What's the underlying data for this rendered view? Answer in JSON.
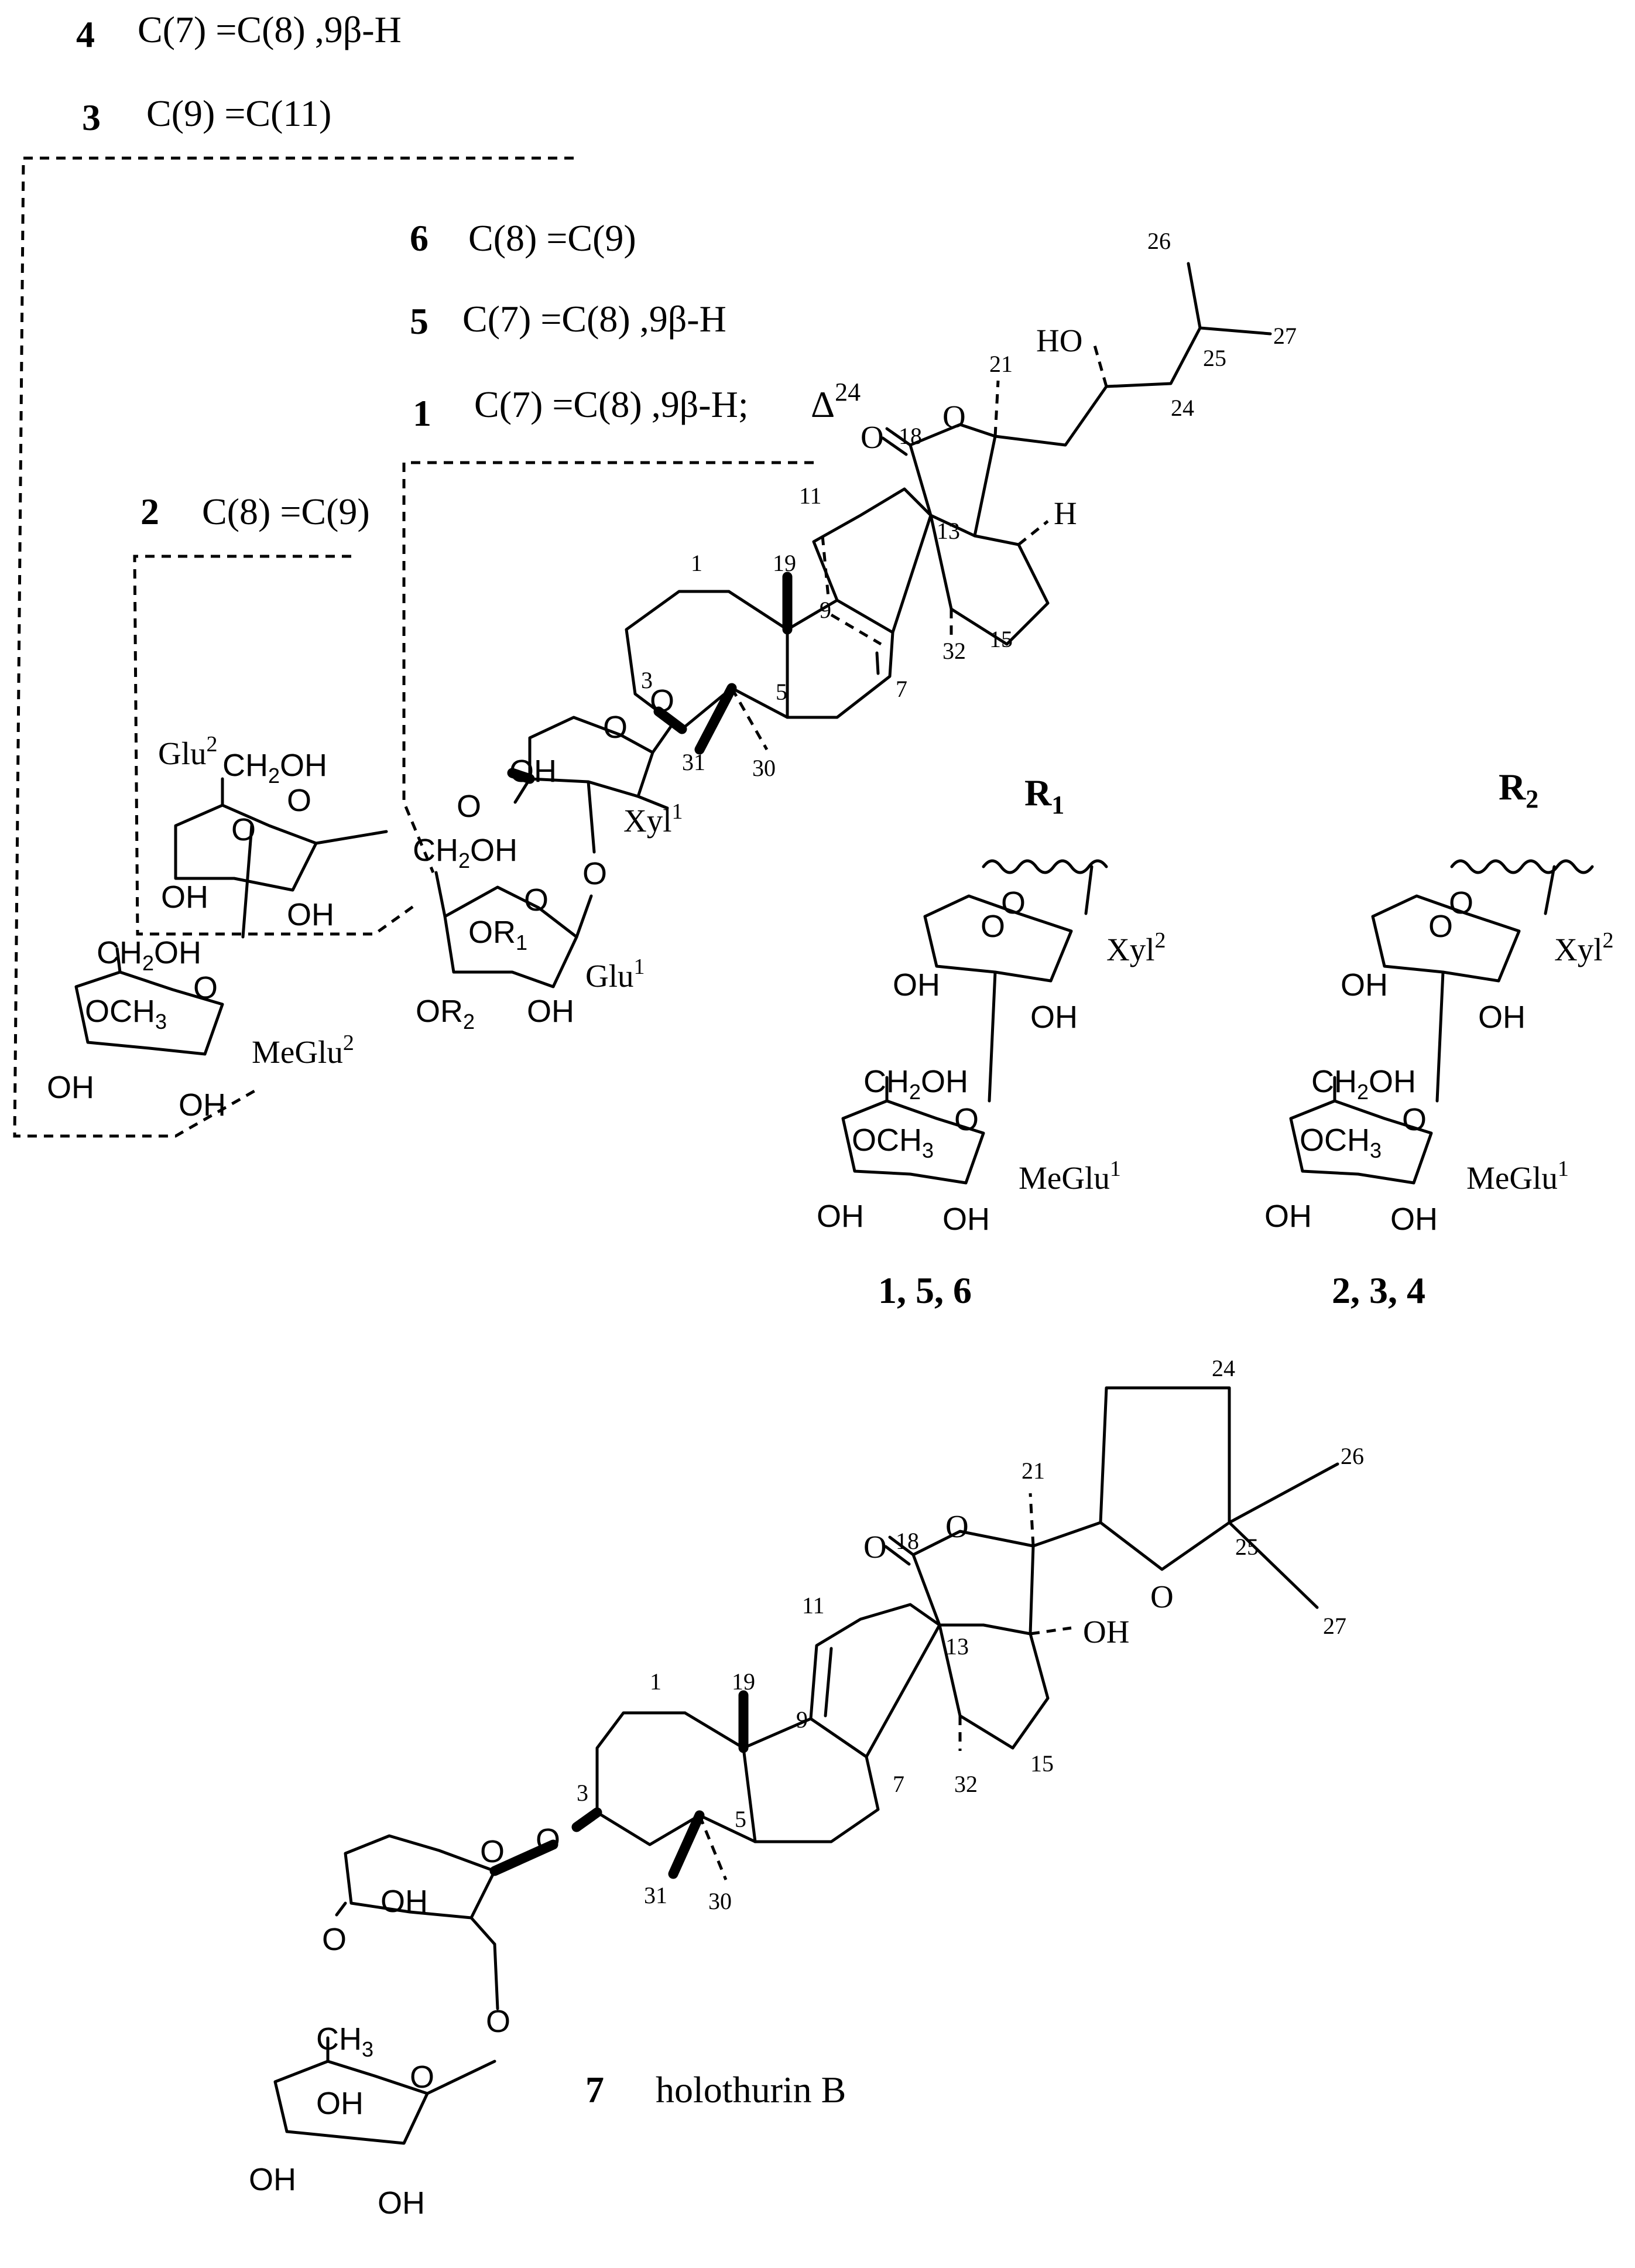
{
  "notes": [
    {
      "num": "4",
      "text": "C(7) =C(8) ,9β-H"
    },
    {
      "num": "3",
      "text": "C(9) =C(11)"
    },
    {
      "num": "6",
      "text": "C(8) =C(9)"
    },
    {
      "num": "5",
      "text": "C(7) =C(8) ,9β-H"
    },
    {
      "num": "1",
      "text": "C(7) =C(8) ,9β-H;"
    },
    {
      "num": "2",
      "text": "C(8) =C(9)"
    }
  ],
  "delta": {
    "symbol": "Δ",
    "sup": "24"
  },
  "r1": {
    "label": "R",
    "sub": "1",
    "compounds": "1, 5, 6"
  },
  "r2": {
    "label": "R",
    "sub": "2",
    "compounds": "2, 3, 4"
  },
  "compound7": {
    "num": "7",
    "name": "holothurin B"
  },
  "sugars": {
    "glu2": "Glu",
    "glu2_sup": "2",
    "xyl1": "Xyl",
    "xyl1_sup": "1",
    "glu1": "Glu",
    "glu1_sup": "1",
    "meglu2": "MeGlu",
    "meglu2_sup": "2",
    "xyl2": "Xyl",
    "xyl2_sup": "2",
    "meglu1": "MeGlu",
    "meglu1_sup": "1"
  },
  "groups": {
    "ho": "HO",
    "oh": "OH",
    "o": "O",
    "h": "H",
    "ch2oh_pre": "CH",
    "ch2oh_sub": "2",
    "ch2oh_post": "OH",
    "och3_pre": "OCH",
    "och3_sub": "3",
    "ch3_pre": "CH",
    "ch3_sub": "3",
    "or1_pre": "OR",
    "or1_sub": "1",
    "or2_pre": "OR",
    "or2_sub": "2"
  },
  "atom_numbers_top": [
    "26",
    "27",
    "25",
    "24",
    "21",
    "18",
    "11",
    "13",
    "1",
    "19",
    "9",
    "32",
    "15",
    "3",
    "5",
    "7",
    "31",
    "30"
  ],
  "atom_numbers_bottom": [
    "24",
    "26",
    "25",
    "21",
    "18",
    "27",
    "11",
    "13",
    "1",
    "19",
    "9",
    "15",
    "32",
    "7",
    "3",
    "5",
    "31",
    "30"
  ]
}
